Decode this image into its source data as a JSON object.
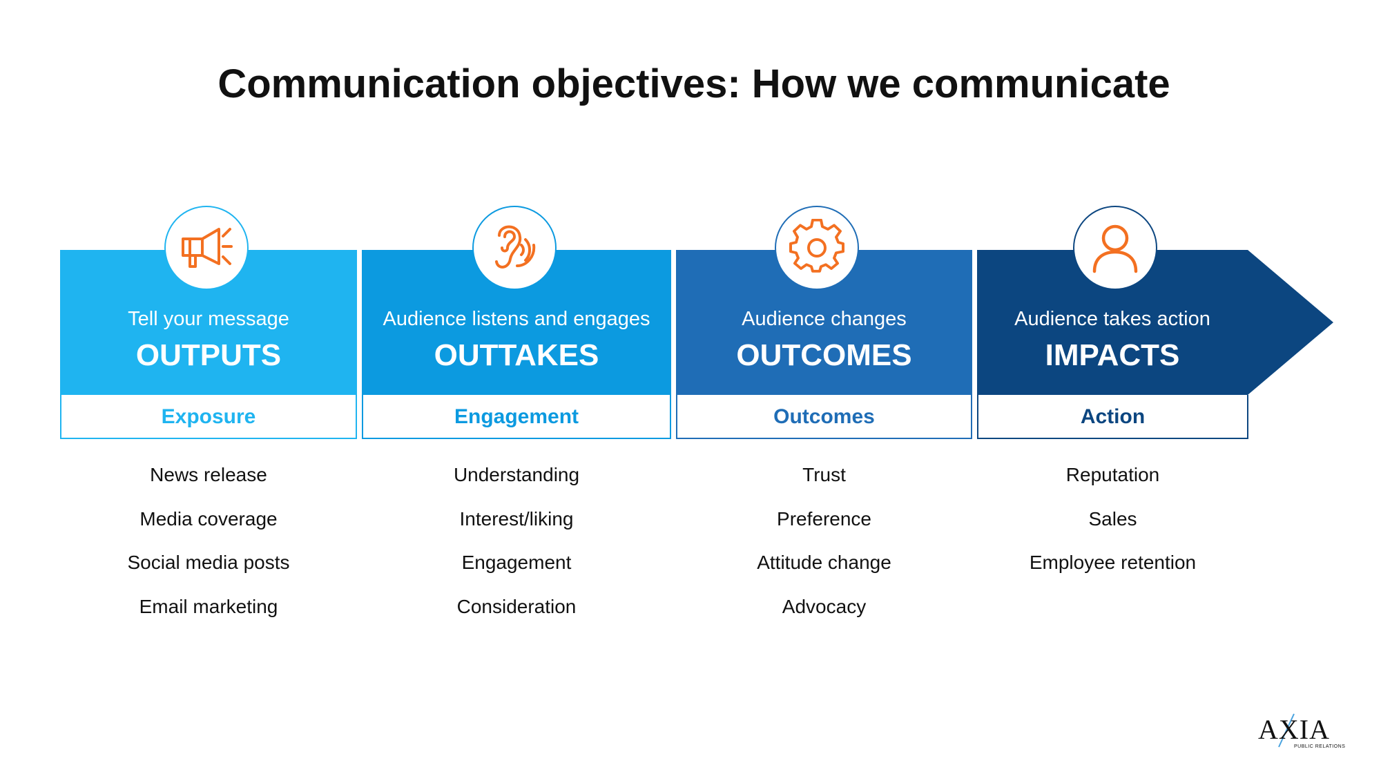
{
  "title": "Communication objectives: How we communicate",
  "stages": [
    {
      "icon": "megaphone-icon",
      "subtitle": "Tell your message",
      "heading": "OUTPUTS",
      "category": "Exposure",
      "color": "#1fb4f0",
      "items": [
        "News release",
        "Media coverage",
        "Social media posts",
        "Email marketing"
      ]
    },
    {
      "icon": "ear-icon",
      "subtitle": "Audience listens and engages",
      "heading": "OUTTAKES",
      "category": "Engagement",
      "color": "#0c9ae0",
      "items": [
        "Understanding",
        "Interest/liking",
        "Engagement",
        "Consideration"
      ]
    },
    {
      "icon": "gear-icon",
      "subtitle": "Audience changes",
      "heading": "OUTCOMES",
      "category": "Outcomes",
      "color": "#1f6db6",
      "items": [
        "Trust",
        "Preference",
        "Attitude change",
        "Advocacy"
      ]
    },
    {
      "icon": "person-icon",
      "subtitle": "Audience takes action",
      "heading": "IMPACTS",
      "category": "Action",
      "color": "#0c4680",
      "items": [
        "Reputation",
        "Sales",
        "Employee retention"
      ]
    }
  ],
  "logo": {
    "name": "AXIA",
    "tagline": "PUBLIC RELATIONS"
  },
  "icon_color": "#f37021"
}
